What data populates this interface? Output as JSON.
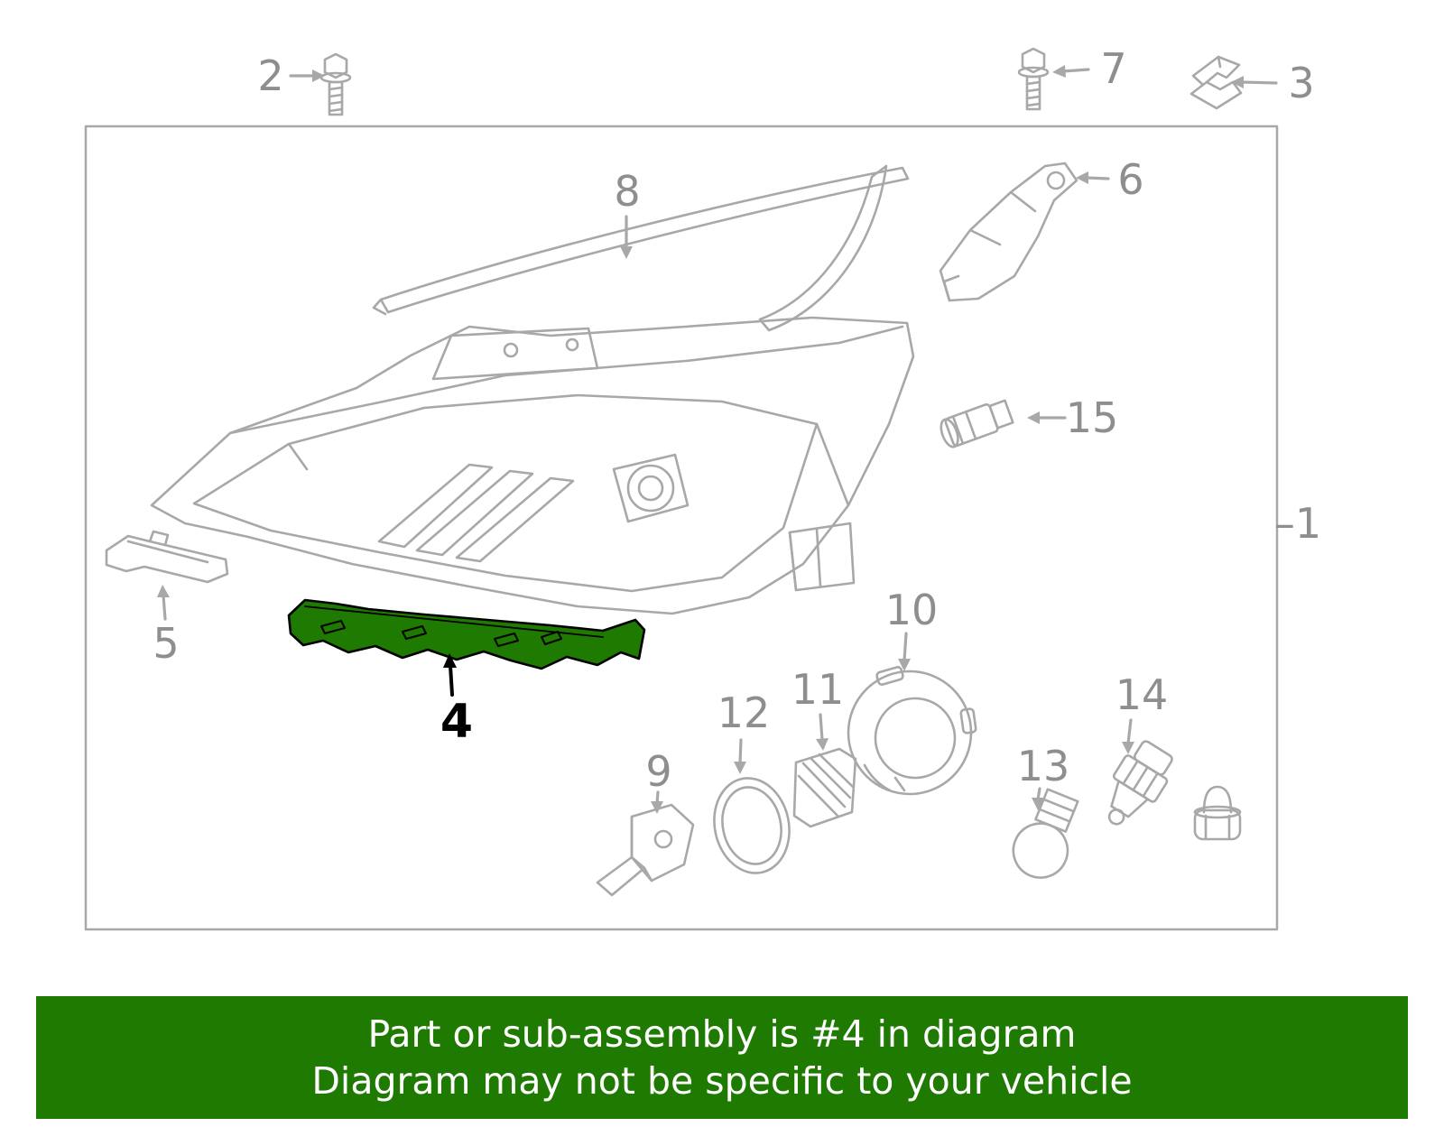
{
  "diagram": {
    "callouts": {
      "c1": "–1",
      "c2": "2",
      "c3": "3",
      "c4": "4",
      "c5": "5",
      "c6": "6",
      "c7": "7",
      "c8": "8",
      "c9": "9",
      "c10": "10",
      "c11": "11",
      "c12": "12",
      "c13": "13",
      "c14": "14",
      "c15": "15"
    },
    "highlighted_part_number": "4"
  },
  "banner": {
    "line1": "Part or sub-assembly is #4 in diagram",
    "line2": "Diagram may not be specific to your vehicle"
  },
  "colors": {
    "highlight-green": "#1e7a00",
    "banner-text": "#ffffff",
    "line-gray": "#a8a8a8",
    "label-gray": "#8e8e8e",
    "label-black": "#000000",
    "background": "#ffffff"
  }
}
